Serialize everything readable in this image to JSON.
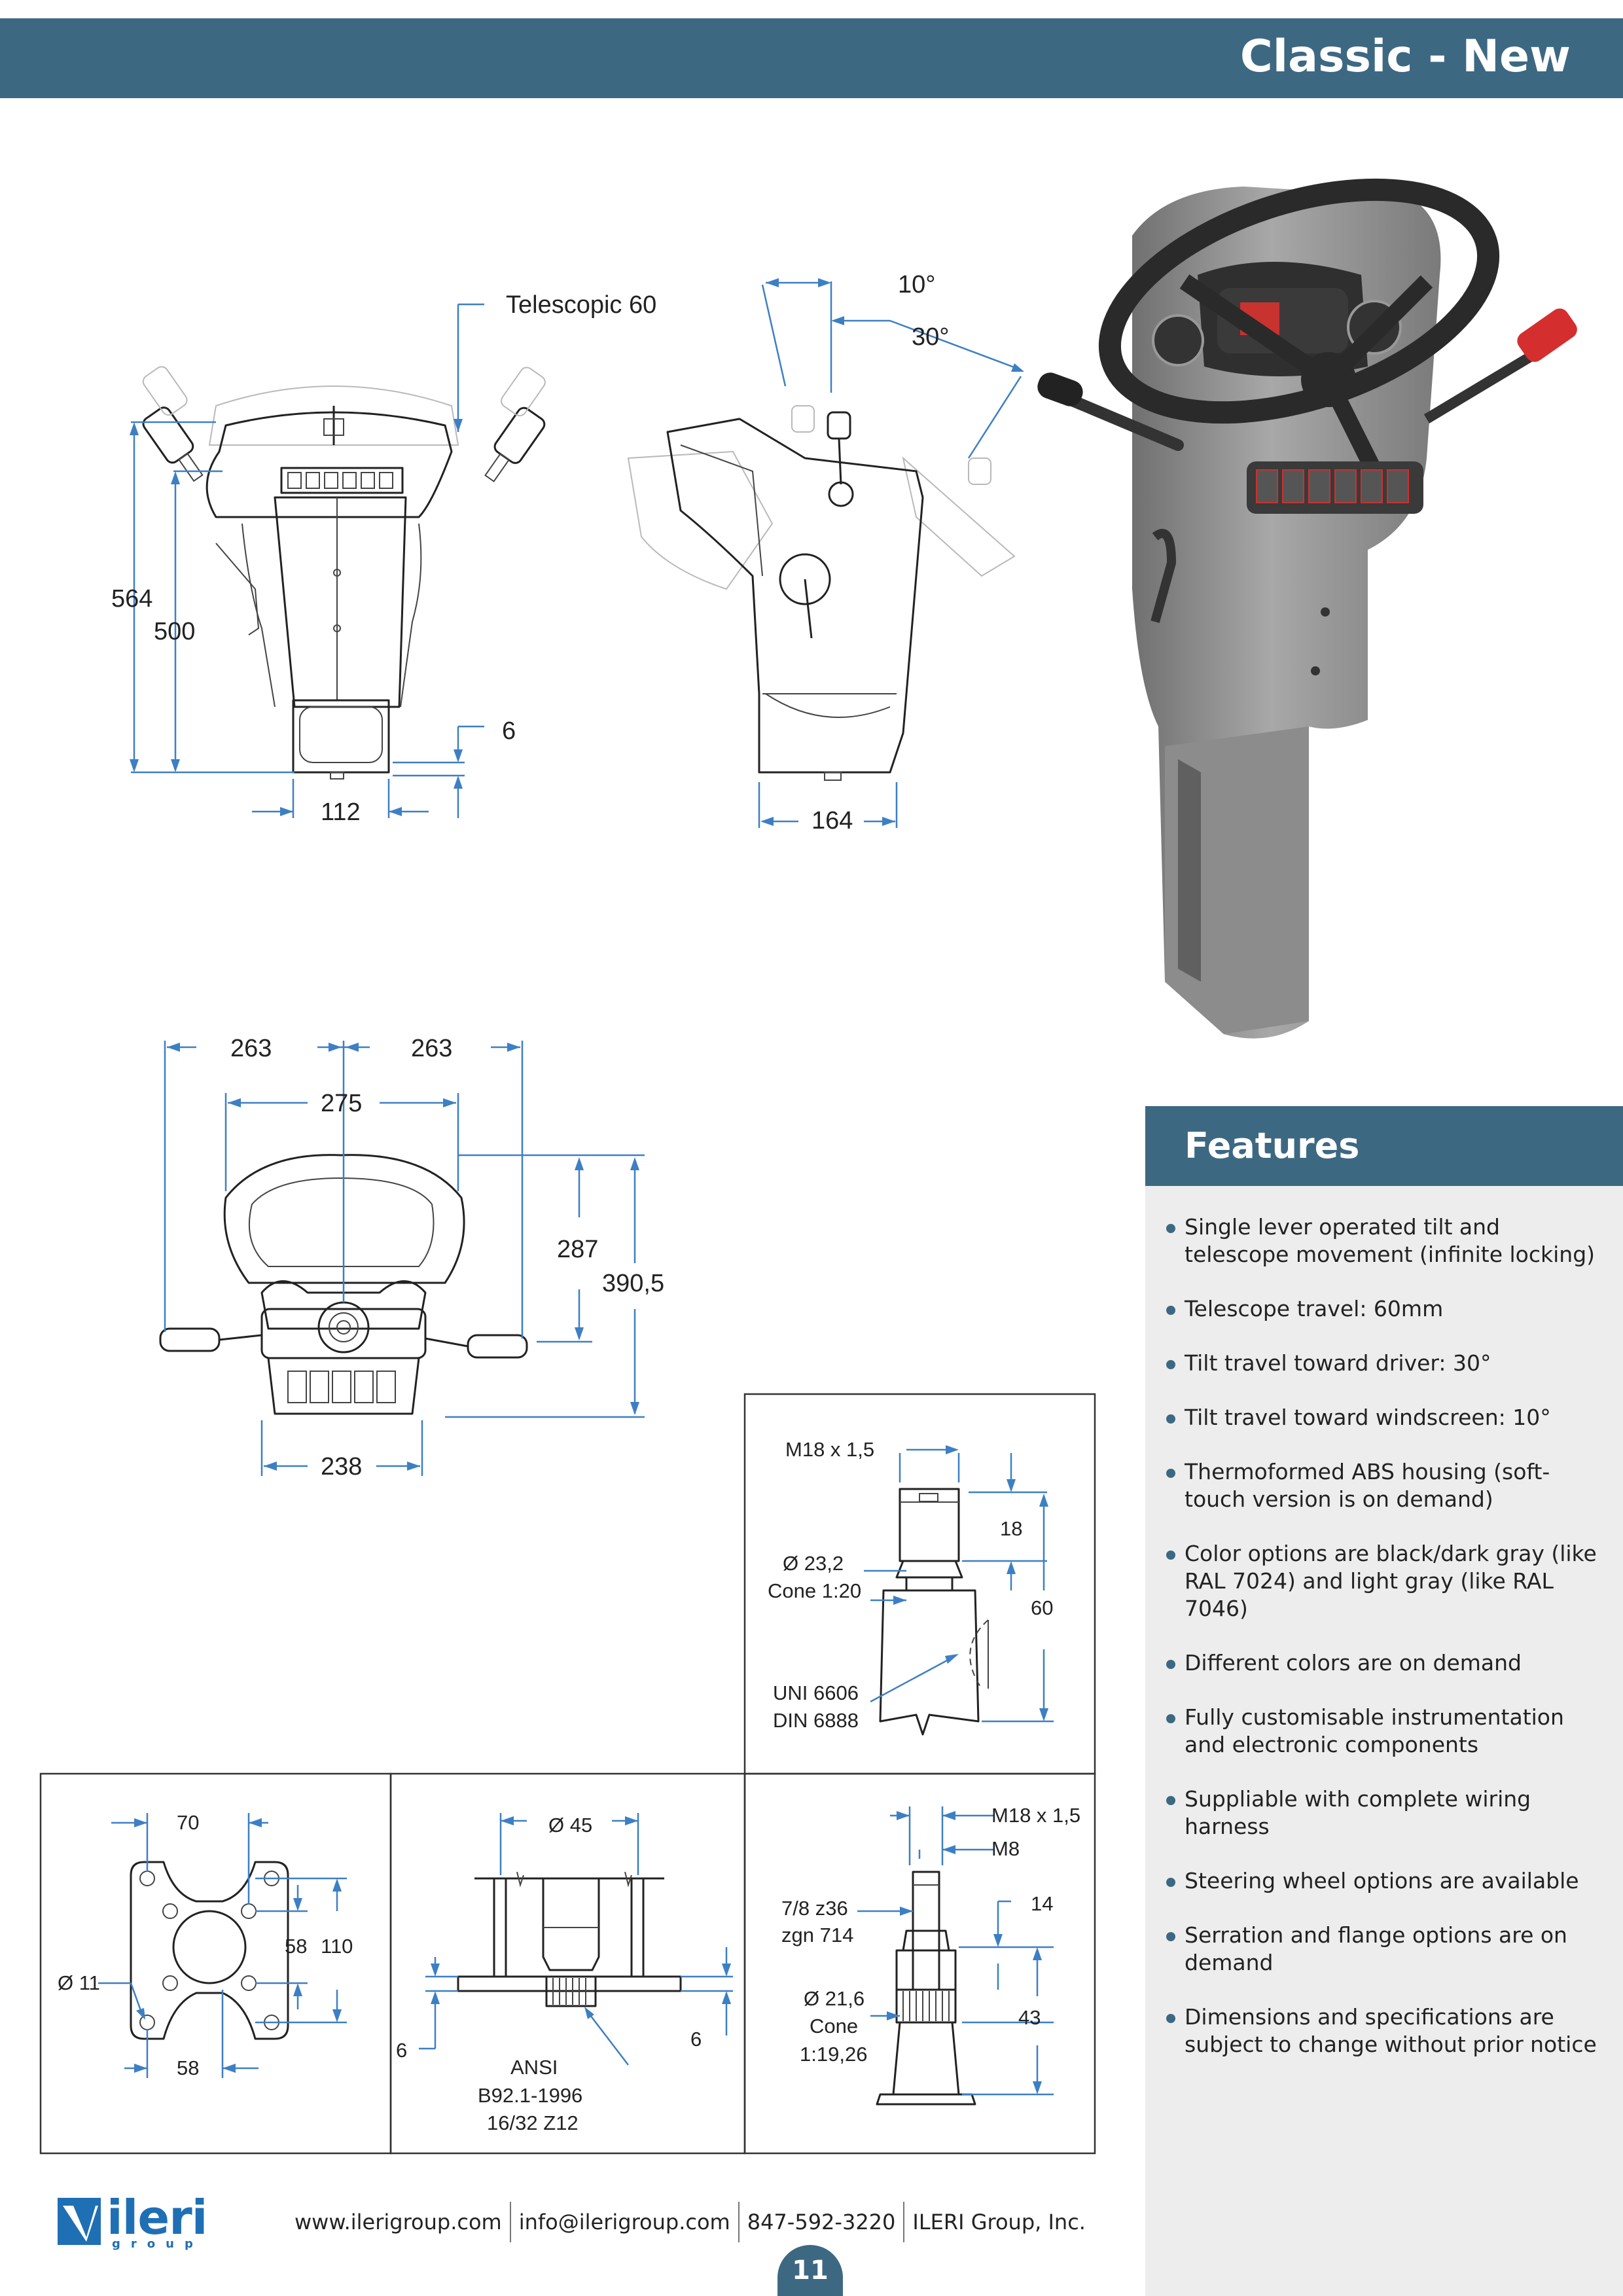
{
  "header": {
    "title": "Classic - New"
  },
  "front_view": {
    "telescopic": "Telescopic 60",
    "dims": [
      "564",
      "500",
      "6",
      "112"
    ]
  },
  "side_view": {
    "dims": [
      "10°",
      "30°",
      "164"
    ]
  },
  "top_view": {
    "dims": [
      "263",
      "263",
      "275",
      "287",
      "390,5",
      "238"
    ]
  },
  "spline_top": {
    "labels": [
      "M18 x 1,5",
      "18",
      "60",
      "Ø 23,2",
      "Cone 1:20",
      "UNI 6606",
      "DIN 6888"
    ]
  },
  "flange": {
    "labels": [
      "70",
      "58",
      "110",
      "Ø 11",
      "58"
    ]
  },
  "ansi": {
    "labels": [
      "Ø 45",
      "6",
      "6",
      "ANSI",
      "B92.1-1996",
      "16/32  Z12"
    ]
  },
  "spline_bottom": {
    "labels": [
      "M18 x 1,5",
      "M8",
      "7/8  z36",
      "zgn 714",
      "14",
      "Ø 21,6",
      "Cone",
      "1:19,26",
      "43"
    ]
  },
  "features": {
    "title": "Features",
    "items": [
      "Single lever operated tilt and telescope movement  (infinite locking)",
      "Telescope travel: 60mm",
      "Tilt travel toward driver: 30°",
      "Tilt travel toward windscreen: 10°",
      "Thermoformed ABS housing (soft-touch version is on demand)",
      "Color options are black/dark gray (like RAL 7024) and light gray (like RAL 7046)",
      "Different colors are on demand",
      "Fully customisable instrumentation and electronic components",
      "Suppliable with complete wiring harness",
      "Steering wheel options are available",
      "Serration and flange options are on demand",
      "Dimensions and specifications are subject to change without prior notice"
    ]
  },
  "footer": {
    "logo": "ileri",
    "logo_sub": "group",
    "items": [
      "www.ilerigroup.com",
      "info@ilerigroup.com",
      "847-592-3220",
      "ILERI Group, Inc."
    ],
    "page_number": "11"
  }
}
